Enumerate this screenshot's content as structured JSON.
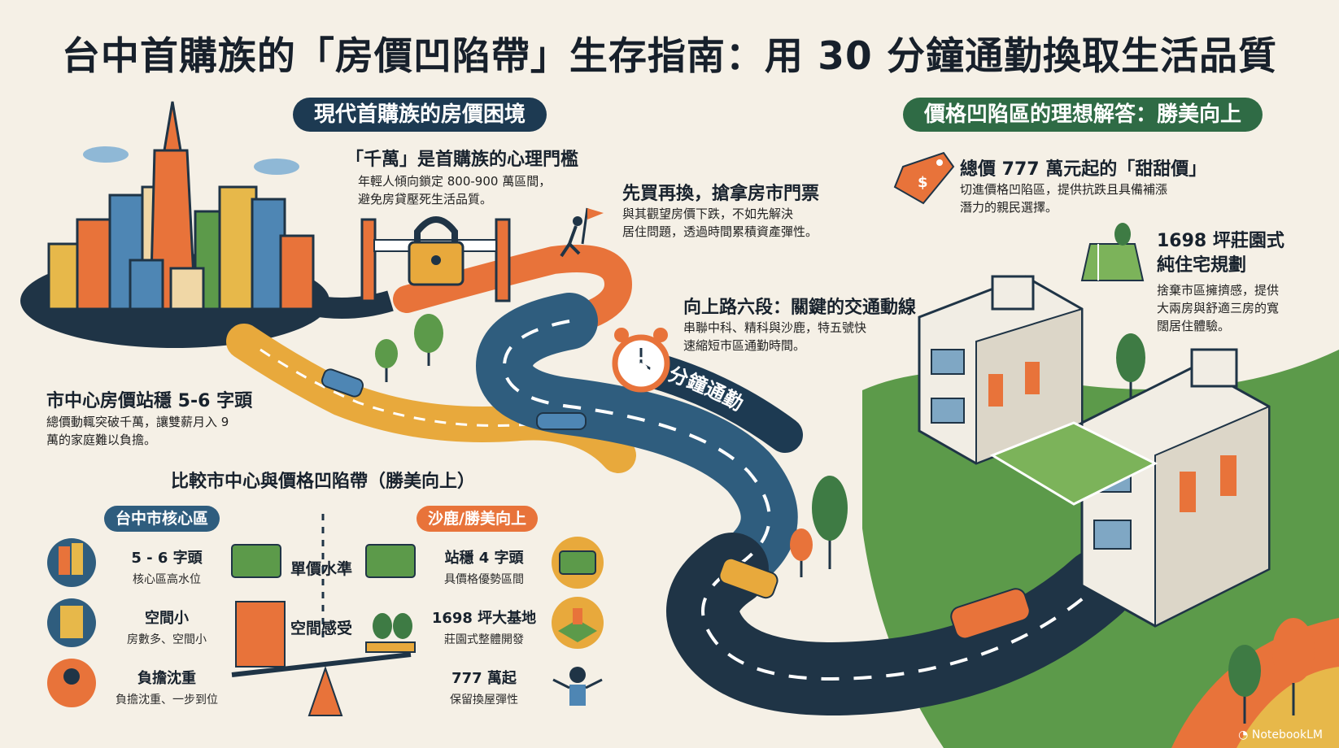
{
  "title": "台中首購族的「房價凹陷帶」生存指南：用 30 分鐘通勤換取生活品質",
  "left_section": {
    "pill": "現代首購族的房價困境",
    "threshold": {
      "heading": "「千萬」是首購族的心理門檻",
      "body": [
        "年輕人傾向鎖定 800-900 萬區間，",
        "避免房貸壓死生活品質。"
      ]
    },
    "buy_first": {
      "heading": "先買再換，搶拿房市門票",
      "body": [
        "與其觀望房價下跌，不如先解決",
        "居住問題，透過時間累積資產彈性。"
      ]
    },
    "city_price": {
      "heading": "市中心房價站穩 5-6 字頭",
      "body": [
        "總價動輒突破千萬，讓雙薪月入 9",
        "萬的家庭難以負擔。"
      ]
    }
  },
  "road": {
    "heading": "向上路六段：關鍵的交通動線",
    "body": [
      "串聯中科、精科與沙鹿，特五號快",
      "速縮短市區通勤時間。"
    ],
    "commute_label": "30 分鐘通勤"
  },
  "right_section": {
    "pill": "價格凹陷區的理想解答：勝美向上",
    "sweet_price": {
      "heading": "總價 777 萬元起的「甜甜價」",
      "body": [
        "切進價格凹陷區，提供抗跌且具備補漲",
        "潛力的親民選擇。"
      ]
    },
    "plan": {
      "heading": [
        "1698 坪莊園式",
        "純住宅規劃"
      ],
      "body": [
        "捨棄市區擁擠感，提供",
        "大兩房與舒適三房的寬",
        "闊居住體驗。"
      ]
    }
  },
  "comparison": {
    "title": "比較市中心與價格凹陷帶（勝美向上）",
    "left_label": "台中市核心區",
    "right_label": "沙鹿/勝美向上",
    "rows": [
      {
        "left_main": "5 - 6 字頭",
        "left_sub": "核心區高水位",
        "middle": "單價水準",
        "right_main": "站穩 4 字頭",
        "right_sub": "具價格優勢區間"
      },
      {
        "left_main": "空間小",
        "left_sub": "房數多、空間小",
        "middle": "空間感受",
        "right_main": "1698 坪大基地",
        "right_sub": "莊園式整體開發"
      },
      {
        "left_main": "負擔沈重",
        "left_sub": "負擔沈重、一步到位",
        "middle": "",
        "right_main": "777 萬起",
        "right_sub": "保留換屋彈性"
      }
    ]
  },
  "icons": [
    "city-skyline-icon",
    "lock-icon",
    "barrier-icon",
    "runner-flag-icon",
    "alarm-clock-icon",
    "car-icon",
    "price-tag-icon",
    "land-plot-icon",
    "house-icon",
    "money-stack-icon",
    "stressed-person-icon",
    "shrugging-person-icon",
    "balance-scale-icon",
    "tree-icon"
  ],
  "colors": {
    "navy": "#1d3a52",
    "green": "#2f6b45",
    "orange": "#e8733a",
    "road": "#2f5d7e",
    "background": "#f5f0e6"
  },
  "watermark": "NotebookLM"
}
